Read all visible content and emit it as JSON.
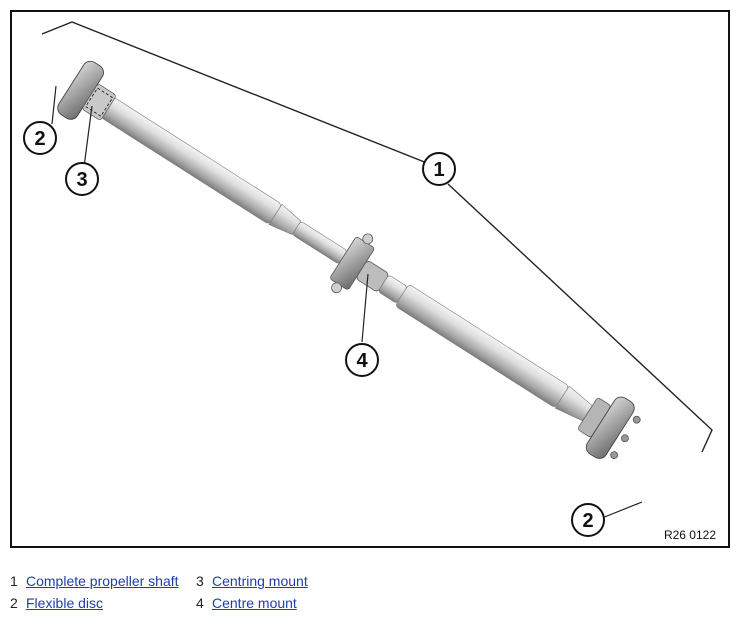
{
  "callouts": {
    "c1": "1",
    "c2a": "2",
    "c2b": "2",
    "c3": "3",
    "c4": "4"
  },
  "figure_code": "R26 0122",
  "legend": [
    {
      "number": "1",
      "label": "Complete propeller shaft"
    },
    {
      "number": "3",
      "label": "Centring mount"
    },
    {
      "number": "2",
      "label": "Flexible disc"
    },
    {
      "number": "4",
      "label": "Centre mount"
    }
  ],
  "colors": {
    "link": "#1d3fa8",
    "frame": "#111111",
    "shaft_light": "#eeeeee",
    "shaft_dark": "#8a8a8a"
  }
}
